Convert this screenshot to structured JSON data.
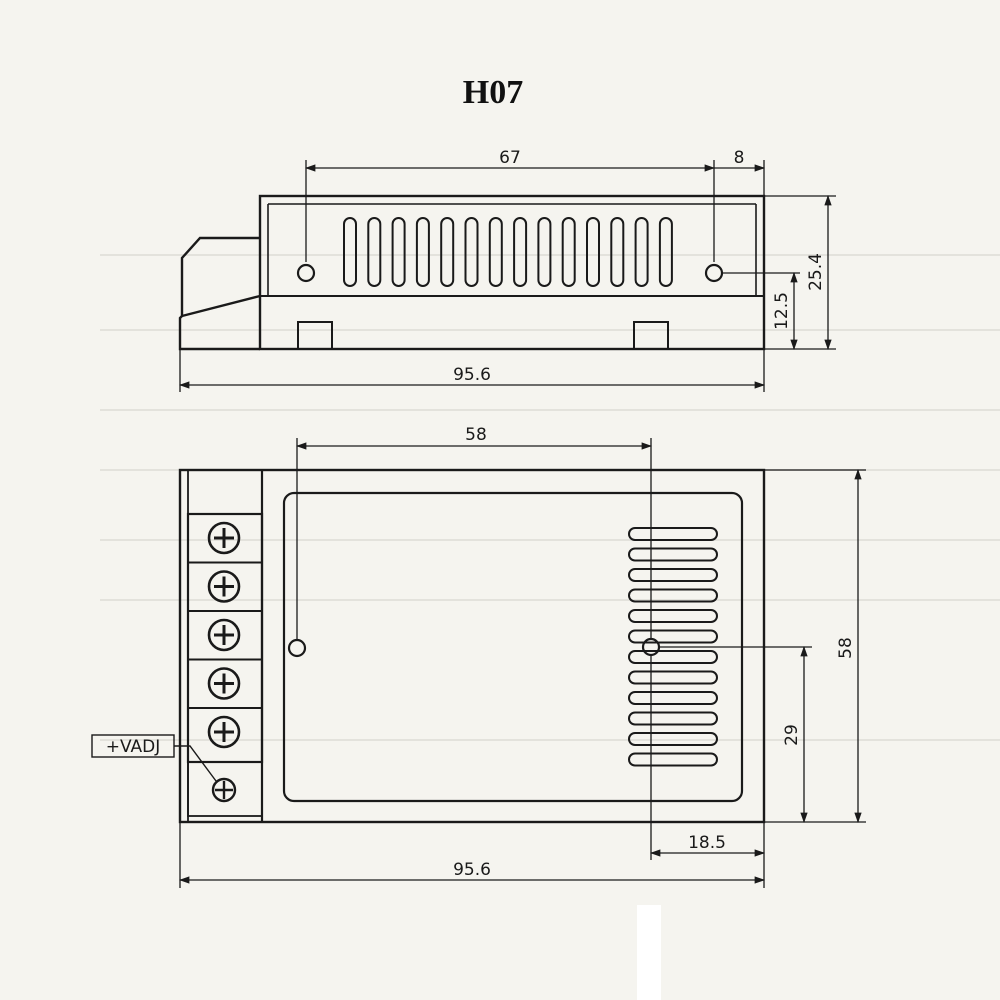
{
  "title": "H07",
  "side_view": {
    "dim_67": "67",
    "dim_8": "8",
    "dim_25_4": "25.4",
    "dim_12_5": "12.5",
    "dim_95_6": "95.6"
  },
  "top_view": {
    "dim_58_width": "58",
    "dim_58_height": "58",
    "dim_29": "29",
    "dim_18_5": "18.5",
    "dim_95_6": "95.6",
    "adj_label": "+VADJ"
  }
}
